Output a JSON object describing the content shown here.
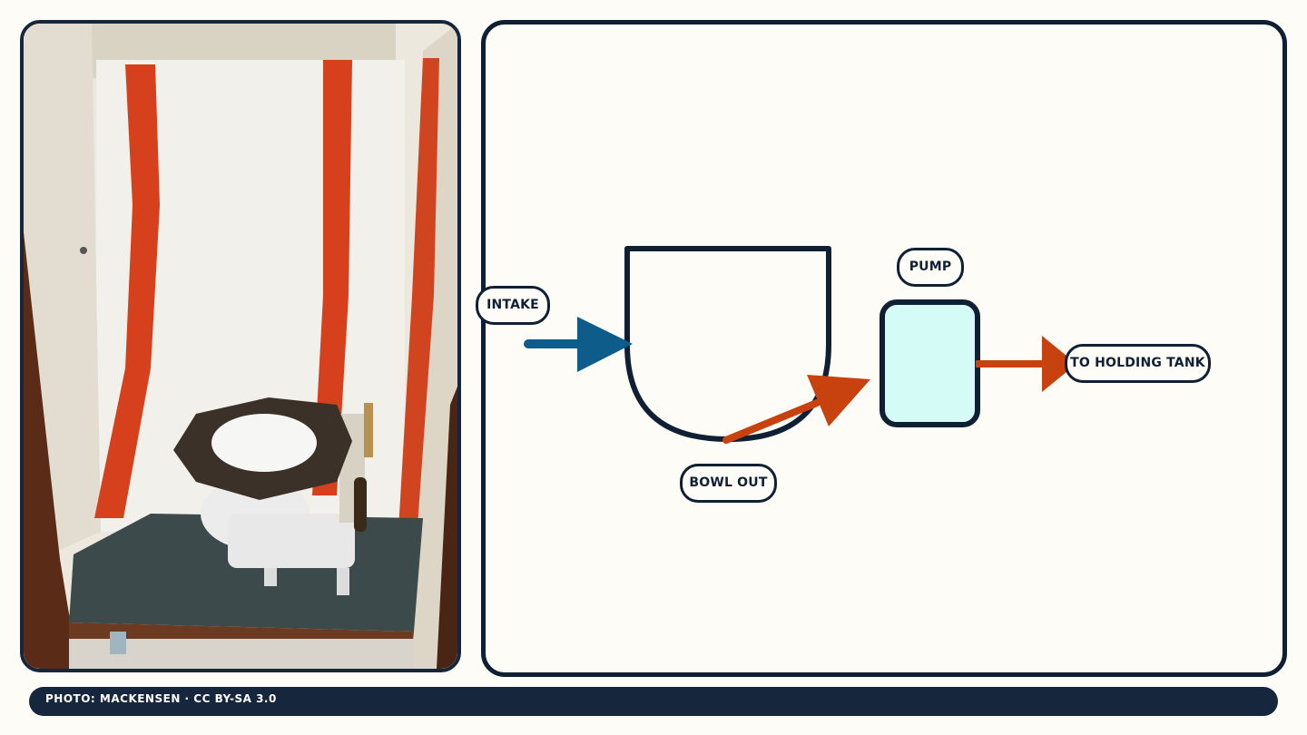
{
  "photo": {
    "subject": "marine-toilet-photo"
  },
  "diagram": {
    "labels": {
      "intake": "INTAKE",
      "pump": "PUMP",
      "bowl_out": "BOWL OUT",
      "holding_tank": "TO HOLDING TANK"
    },
    "colors": {
      "intake_arrow": "#0d5c8a",
      "outflow_arrow": "#c8420f",
      "pump_fill": "#d4fbf6",
      "outline": "#0f2034"
    }
  },
  "footer": {
    "credit": "PHOTO: MACKENSEN · CC BY-SA 3.0"
  }
}
